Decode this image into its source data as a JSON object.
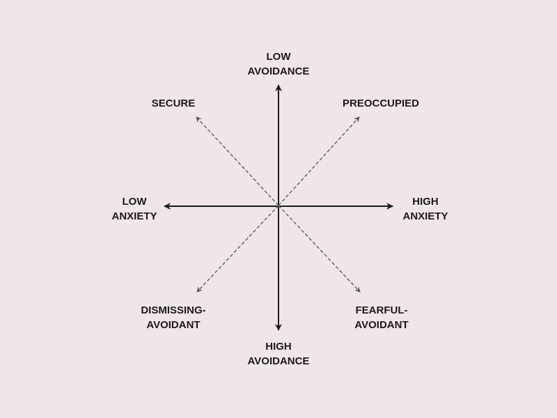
{
  "colors": {
    "background": "#f0e5ea",
    "solid_axis": "#1a1a1a",
    "dashed_axis": "#555555",
    "text": "#1a1a1a"
  },
  "labels": {
    "low_avoidance": [
      "LOW",
      "AVOIDANCE"
    ],
    "high_avoidance": [
      "HIGH",
      "AVOIDANCE"
    ],
    "low_anxiety": [
      "LOW",
      "ANXIETY"
    ],
    "high_anxiety": [
      "HIGH",
      "ANXIETY"
    ],
    "secure": [
      "SECURE"
    ],
    "preoccupied": [
      "PREOCCUPIED"
    ],
    "dismissing_avoidant": [
      "DISMISSING-",
      "AVOIDANT"
    ],
    "fearful_avoidant": [
      "FEARFUL-",
      "AVOIDANT"
    ]
  }
}
